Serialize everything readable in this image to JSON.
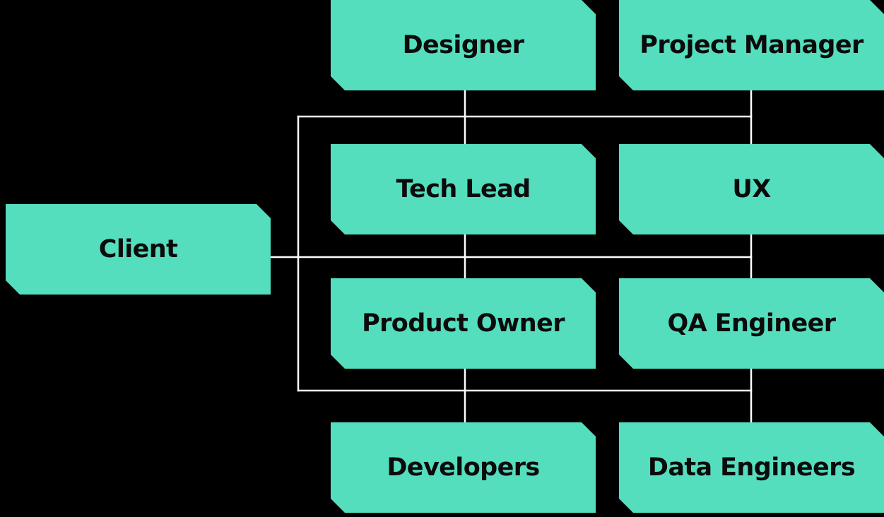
{
  "colors": {
    "background": "#000000",
    "node_fill": "#54DEBE",
    "node_text": "#0B0B0B",
    "connector": "#FFFFFF"
  },
  "nodes": {
    "client": "Client",
    "designer": "Designer",
    "project_manager": "Project Manager",
    "tech_lead": "Tech Lead",
    "ux": "UX",
    "product_owner": "Product Owner",
    "qa_engineer": "QA Engineer",
    "developers": "Developers",
    "data_engineers": "Data Engineers"
  }
}
